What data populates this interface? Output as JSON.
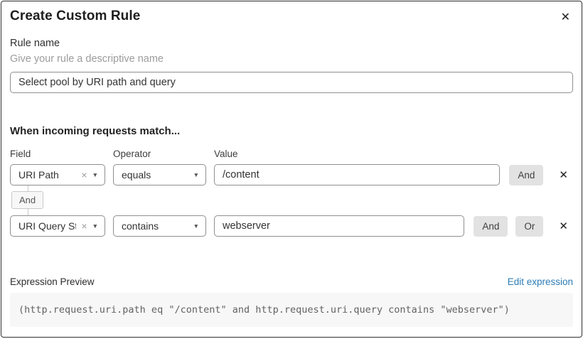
{
  "dialog": {
    "title": "Create Custom Rule"
  },
  "icons": {
    "close": "✕",
    "remove_row": "✕",
    "clear_selection": "×",
    "dropdown_chevron": "▼"
  },
  "rule_name": {
    "label": "Rule name",
    "helper": "Give your rule a descriptive name",
    "value": "Select pool by URI path and query"
  },
  "matcher": {
    "heading": "When incoming requests match...",
    "columns": {
      "field": "Field",
      "operator": "Operator",
      "value": "Value"
    },
    "rows": [
      {
        "field": "URI Path",
        "operator": "equals",
        "value": "/content"
      },
      {
        "field": "URI Query St...",
        "operator": "contains",
        "value": "webserver"
      }
    ],
    "join_label": "And",
    "buttons": {
      "and": "And",
      "or": "Or"
    }
  },
  "expression": {
    "label": "Expression Preview",
    "edit_link": "Edit expression",
    "code": "(http.request.uri.path eq \"/content\" and http.request.uri.query contains \"webserver\")"
  },
  "colors": {
    "link_blue": "#2c7cb5",
    "button_gray": "#e2e2e2",
    "code_bg": "#f7f7f7",
    "border_gray": "#8f8f8f"
  }
}
